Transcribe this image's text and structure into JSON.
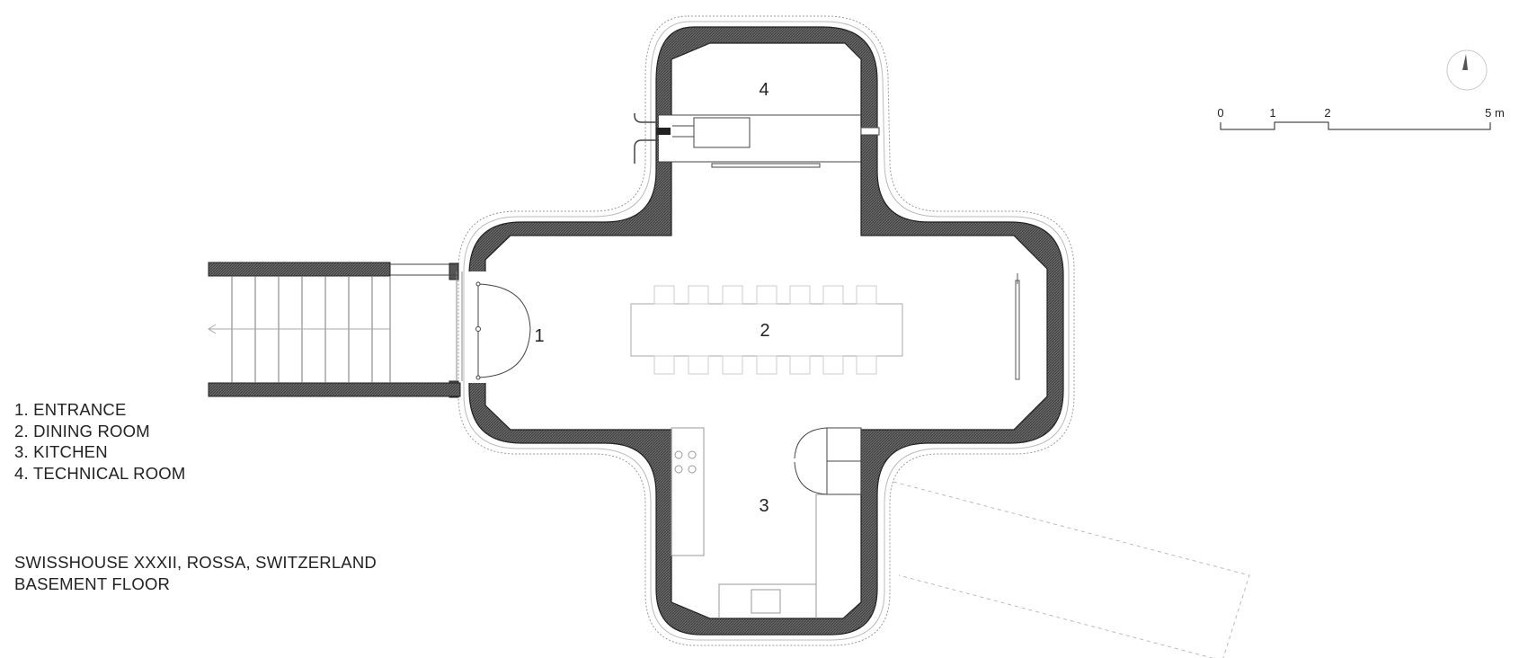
{
  "rooms": [
    {
      "number": "1"
    },
    {
      "number": "2"
    },
    {
      "number": "3"
    },
    {
      "number": "4"
    }
  ],
  "legend": [
    "1. ENTRANCE",
    "2. DINING ROOM",
    "3. KITCHEN",
    "4. TECHNICAL ROOM"
  ],
  "caption": {
    "line1": "SWISSHOUSE XXXII, ROSSA, SWITZERLAND",
    "line2": "BASEMENT FLOOR"
  },
  "scale_bar": {
    "ticks": [
      "0",
      "1",
      "2",
      "5 m"
    ]
  },
  "north_arrow": "north-arrow-icon",
  "colors": {
    "wall_fill": "#5a5a5a",
    "line": "#222222",
    "light_line": "#bbbbbb"
  }
}
